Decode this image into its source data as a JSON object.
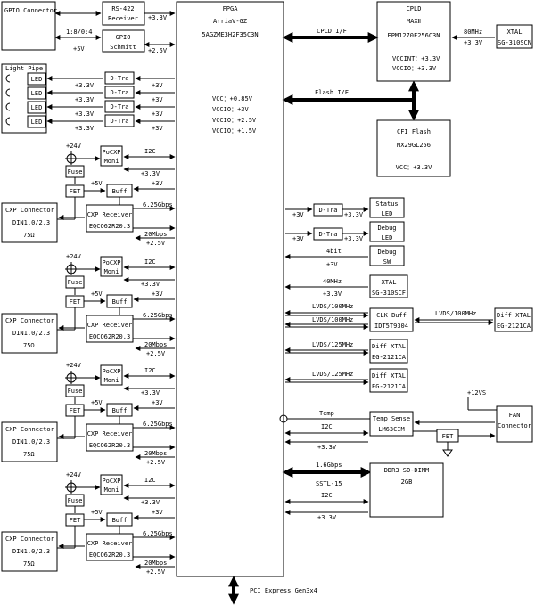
{
  "gpio": {
    "connector": "GPIO Connector",
    "rs422": [
      "RS-422",
      "Receiver"
    ],
    "schmitt": [
      "GPIO",
      "Schmitt"
    ],
    "ratio": "1:8/0:4",
    "v5": "+5V",
    "v33": "+3.3V",
    "v25": "+2.5V"
  },
  "lightpipe": {
    "title": "Light Pipe",
    "led": "LED",
    "dtra": "D-Tra",
    "v33": "+3.3V",
    "v3": "+3V"
  },
  "cxp": {
    "connector": "CXP Connector",
    "din": "DIN1.0/2.3",
    "ohm": "75Ω",
    "v24": "+24V",
    "fuse": "Fuse",
    "fet": "FET",
    "poc": [
      "PoCXP",
      "Moni"
    ],
    "i2c": "I2C",
    "v33": "+3.3V",
    "v5": "+5V",
    "buff": "Buff",
    "v3": "+3V",
    "receiver": [
      "CXP Receiver",
      "EQCO62R20.3"
    ],
    "gbps": "6.25Gbps",
    "mbps": "20Mbps",
    "v25": "+2.5V"
  },
  "fpga": {
    "title": "FPGA",
    "family": "ArriaV-GZ",
    "part": "5AGZME3H2F35C3N",
    "power": [
      "VCC：+0.85V",
      "VCCIO：+3V",
      "VCCIO：+2.5V",
      "VCCIO：+1.5V"
    ]
  },
  "cpld": {
    "title": "CPLD",
    "family": "MAXⅡ",
    "part": "EPM1270F256C3N",
    "power": [
      "VCCINT：+3.3V",
      "VCCIO：+3.3V"
    ],
    "link": "CPLD I/F",
    "xtal_freq": "80MHz",
    "xtal_v": "+3.3V",
    "xtal": [
      "XTAL",
      "SG-310SCN"
    ]
  },
  "flash": {
    "link": "Flash I/F",
    "title": "CFI Flash",
    "part": "MX29GL256",
    "power": "VCC：+3.3V"
  },
  "right": {
    "v3": "+3V",
    "v33": "+3.3V",
    "dtra": "D-Tra",
    "status_led": [
      "Status",
      "LED"
    ],
    "debug_led": [
      "Debug",
      "LED"
    ],
    "fourbit": "4bit",
    "debug_sw": [
      "Debug",
      "SW"
    ],
    "mhz40": "40MHz",
    "xtal40": [
      "XTAL",
      "SG-310SCF"
    ],
    "lvds100": "LVDS/100MHz",
    "clk_buff": [
      "CLK Buff",
      "IDT5T9304"
    ],
    "diff_xtal_100": [
      "Diff XTAL",
      "EG-2121CA"
    ],
    "lvds125": "LVDS/125MHz",
    "diff_xtal_125": [
      "Diff XTAL",
      "EG-2121CA"
    ],
    "temp": "Temp",
    "i2c": "I2C",
    "temp_sense": [
      "Temp Sense",
      "LM63CIM"
    ],
    "v12": "+12VS",
    "fan": [
      "FAN",
      "Connector"
    ],
    "fet": "FET",
    "ddr_gbps": "1.6Gbps",
    "sstl": "SSTL-15",
    "ddr": [
      "DDR3 SO-DIMM",
      "2GB"
    ]
  },
  "pcie": "PCI Express Gen3x4"
}
